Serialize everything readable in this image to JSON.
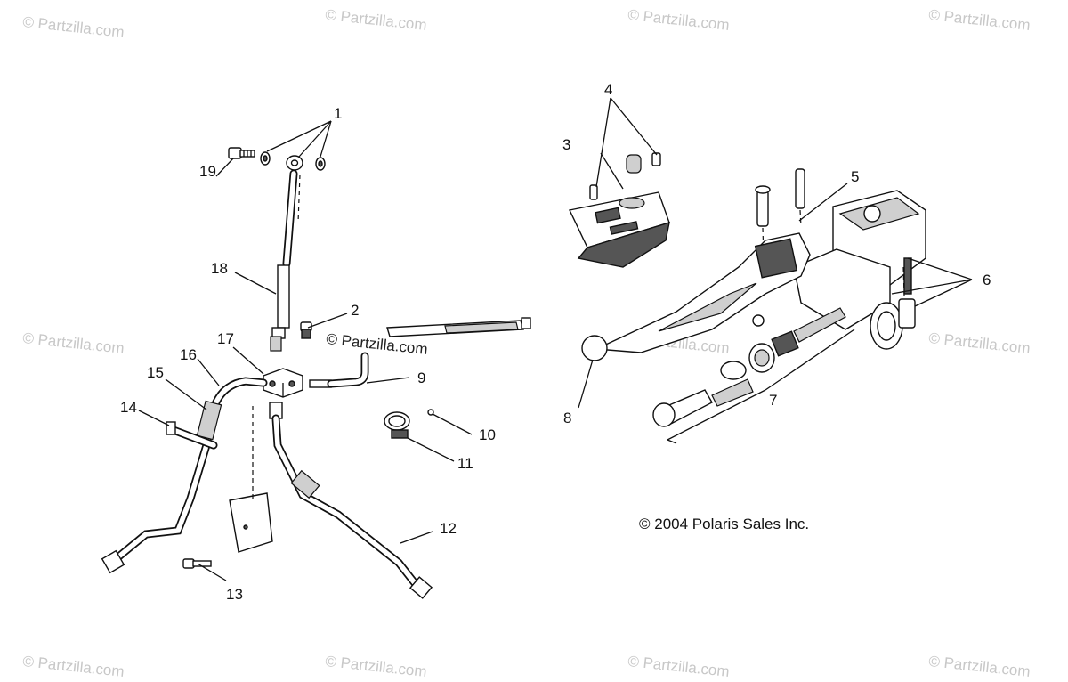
{
  "watermarks": {
    "text": "© Partzilla.com",
    "center_label": "© Partzilla.com"
  },
  "callouts": {
    "c1": "1",
    "c2": "2",
    "c3": "3",
    "c4": "4",
    "c5": "5",
    "c6": "6",
    "c7": "7",
    "c8": "8",
    "c9": "9",
    "c10": "10",
    "c11": "11",
    "c12": "12",
    "c13": "13",
    "c14": "14",
    "c15": "15",
    "c16": "16",
    "c17": "17",
    "c18": "18",
    "c19": "19"
  },
  "copyright": "© 2004 Polaris Sales Inc."
}
